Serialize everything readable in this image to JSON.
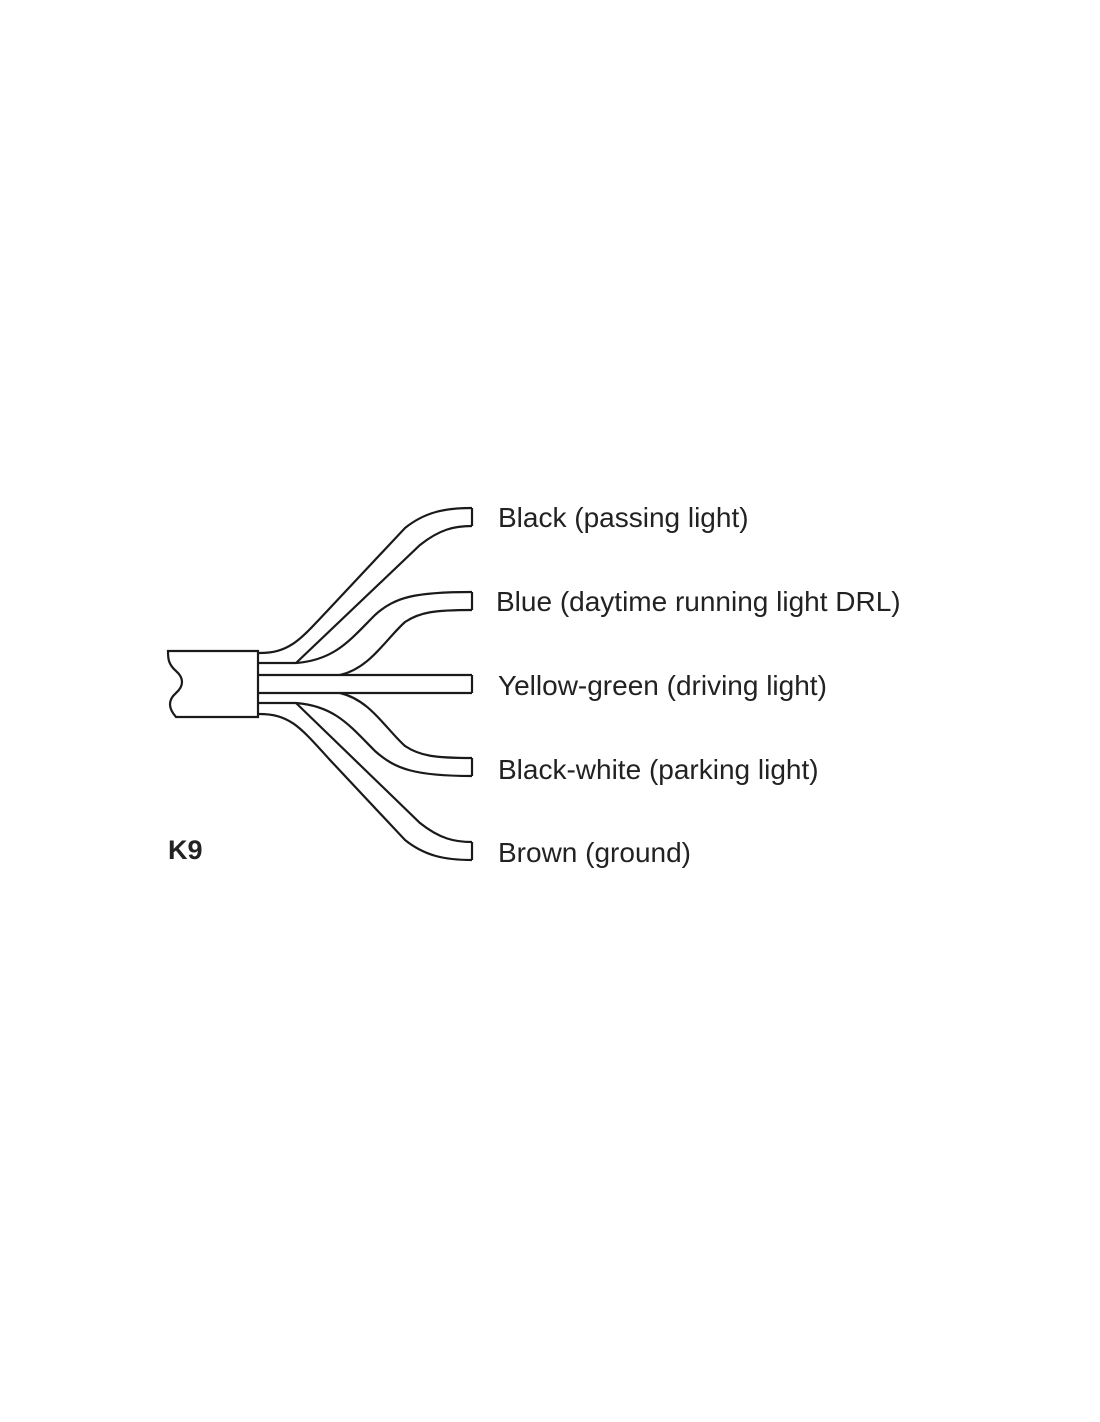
{
  "diagram": {
    "connector_id": "K9",
    "wires": [
      {
        "label": "Black (passing light)"
      },
      {
        "label": "Blue (daytime running light DRL)"
      },
      {
        "label": "Yellow-green (driving light)"
      },
      {
        "label": "Black-white (parking light)"
      },
      {
        "label": "Brown (ground)"
      }
    ],
    "line_color": "#1a1a1a"
  }
}
